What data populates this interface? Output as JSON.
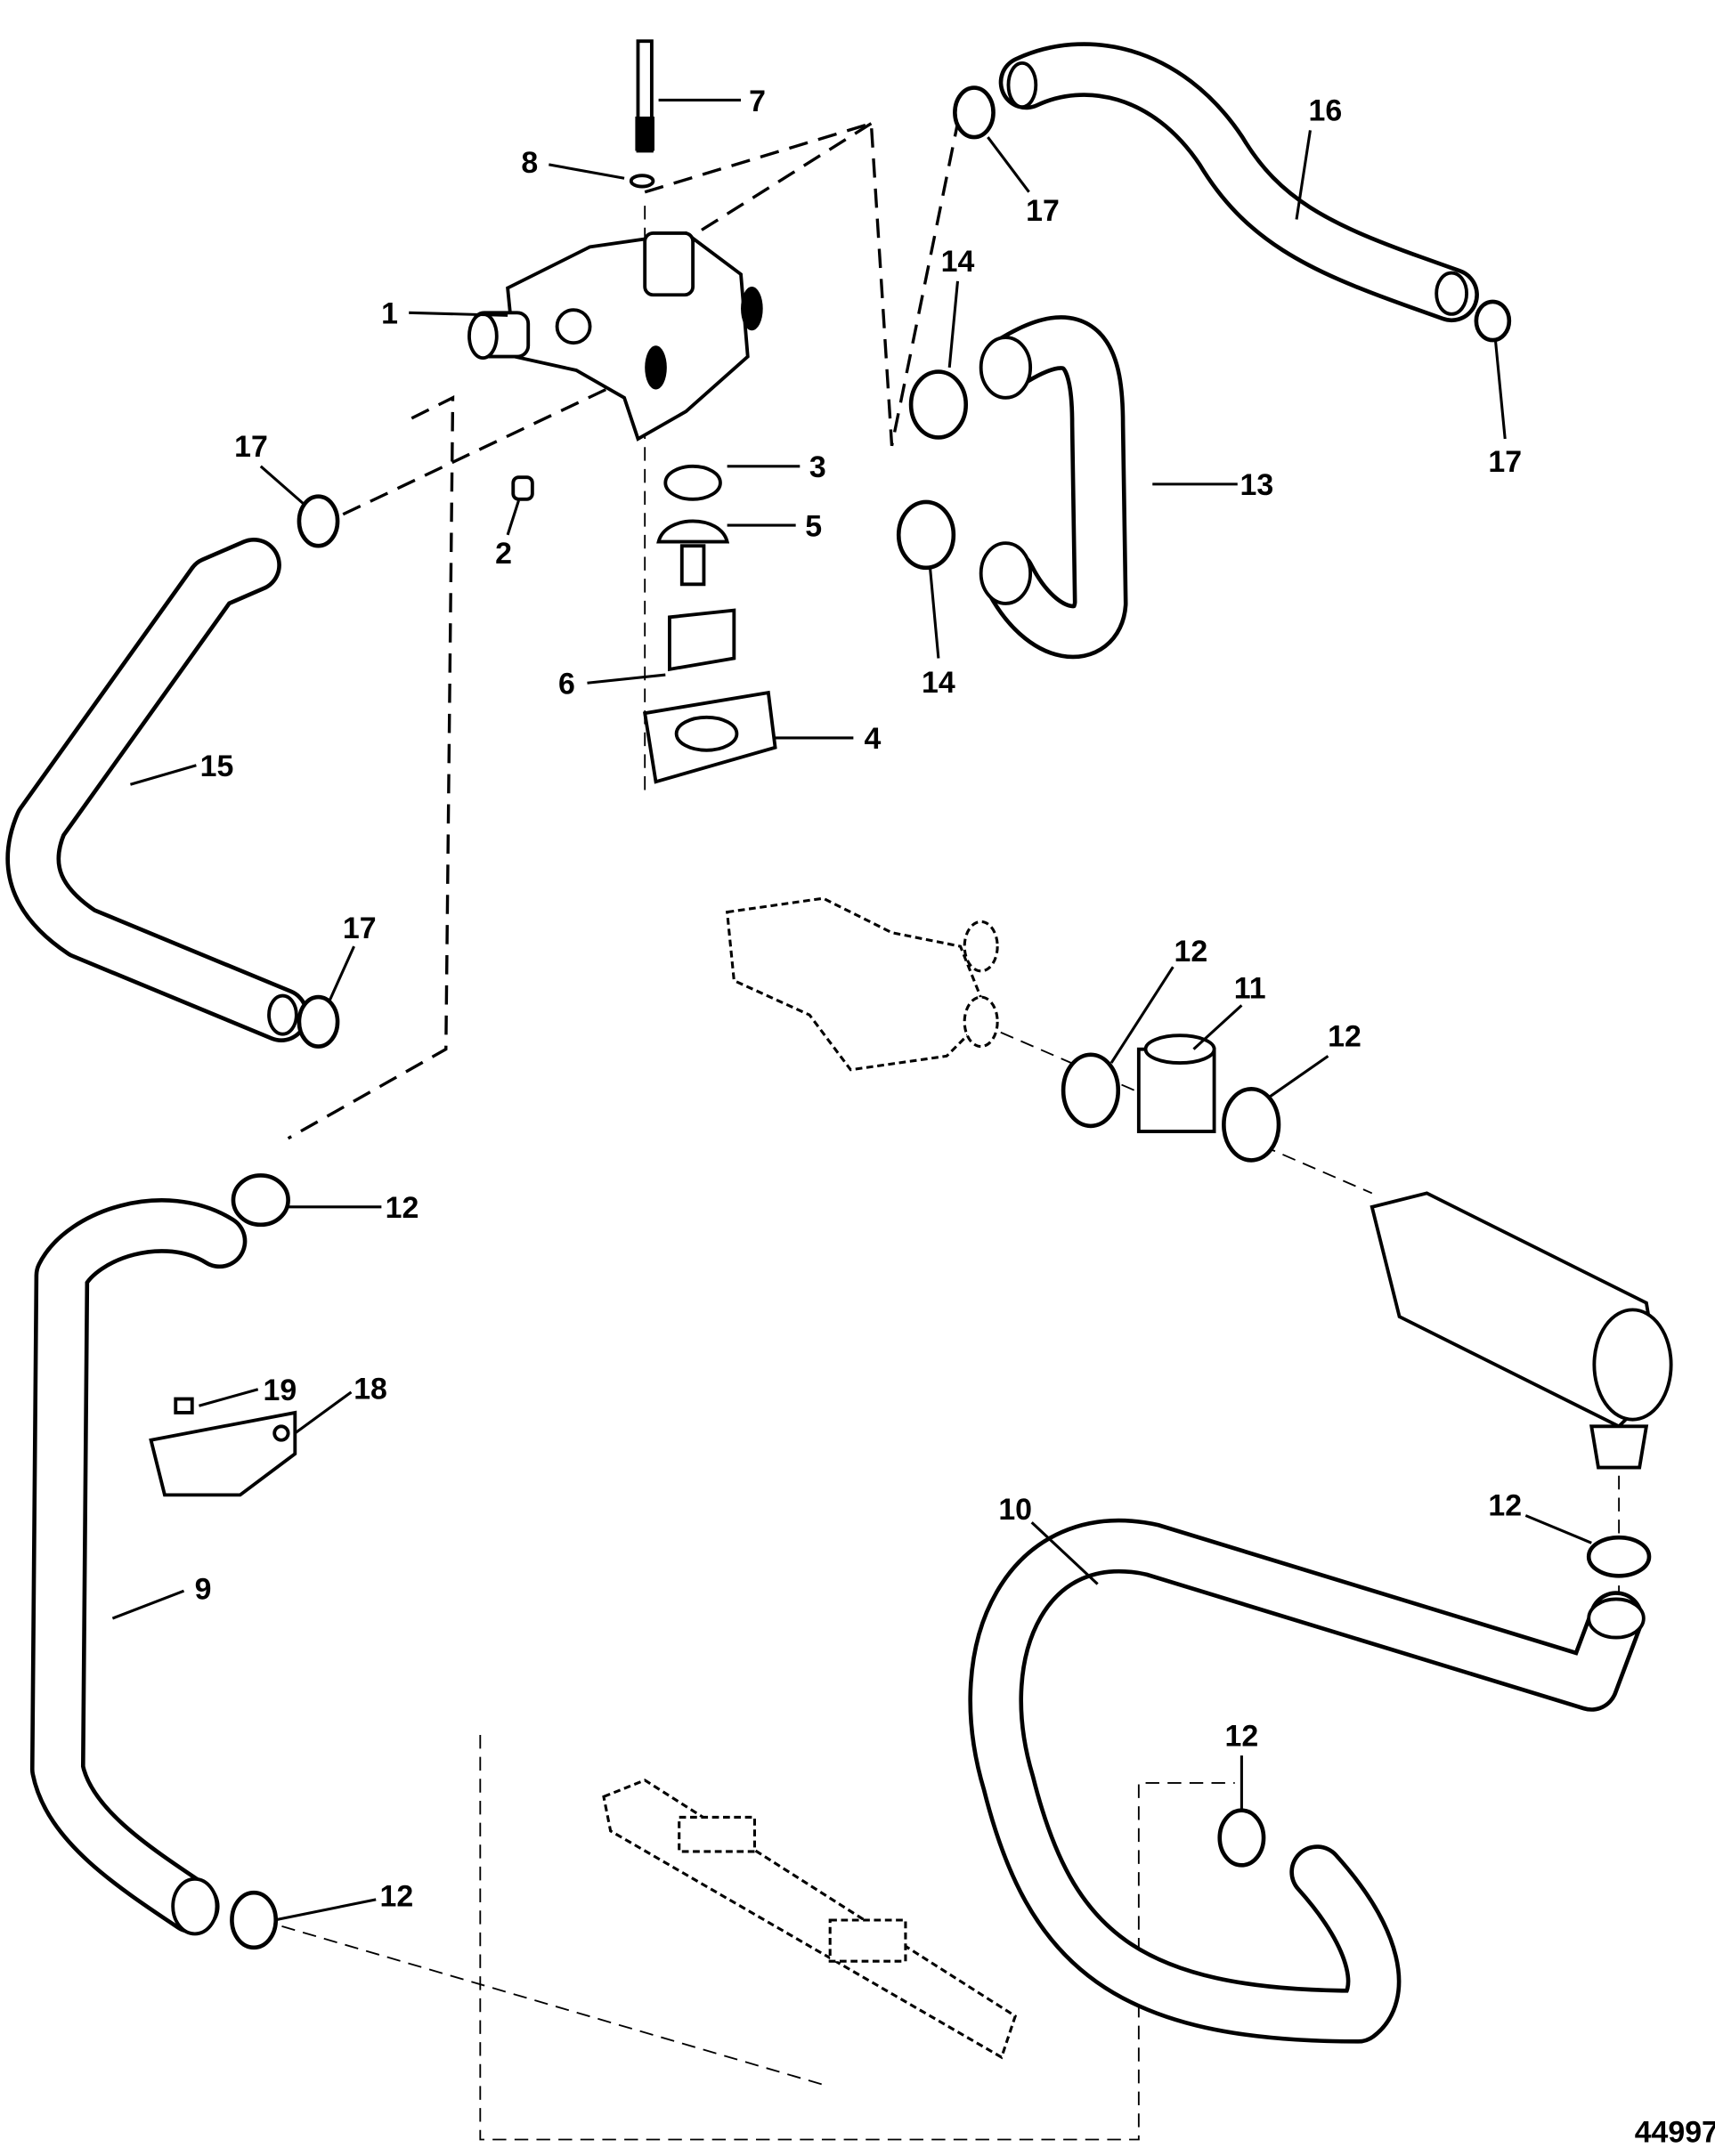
{
  "diagram": {
    "callouts": [
      "1",
      "2",
      "3",
      "4",
      "5",
      "6",
      "7",
      "8",
      "9",
      "10",
      "11",
      "12",
      "13",
      "14",
      "15",
      "16",
      "17",
      "18",
      "19"
    ],
    "drawing_number": "44997"
  }
}
